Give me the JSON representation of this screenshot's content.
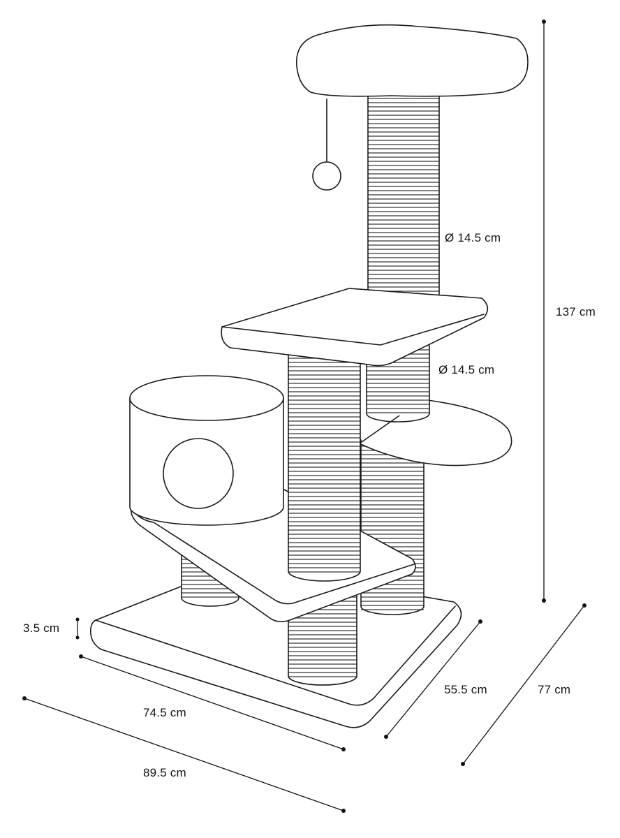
{
  "dimensions": {
    "post_diameter_upper": "Ø 14.5 cm",
    "post_diameter_middle": "Ø 14.5 cm",
    "total_height": "137 cm",
    "base_thickness": "3.5 cm",
    "base_width": "74.5 cm",
    "overall_width": "89.5 cm",
    "base_depth": "55.5 cm",
    "overall_depth": "77 cm"
  },
  "colors": {
    "line": "#1a1a1a",
    "fill": "#ffffff"
  }
}
